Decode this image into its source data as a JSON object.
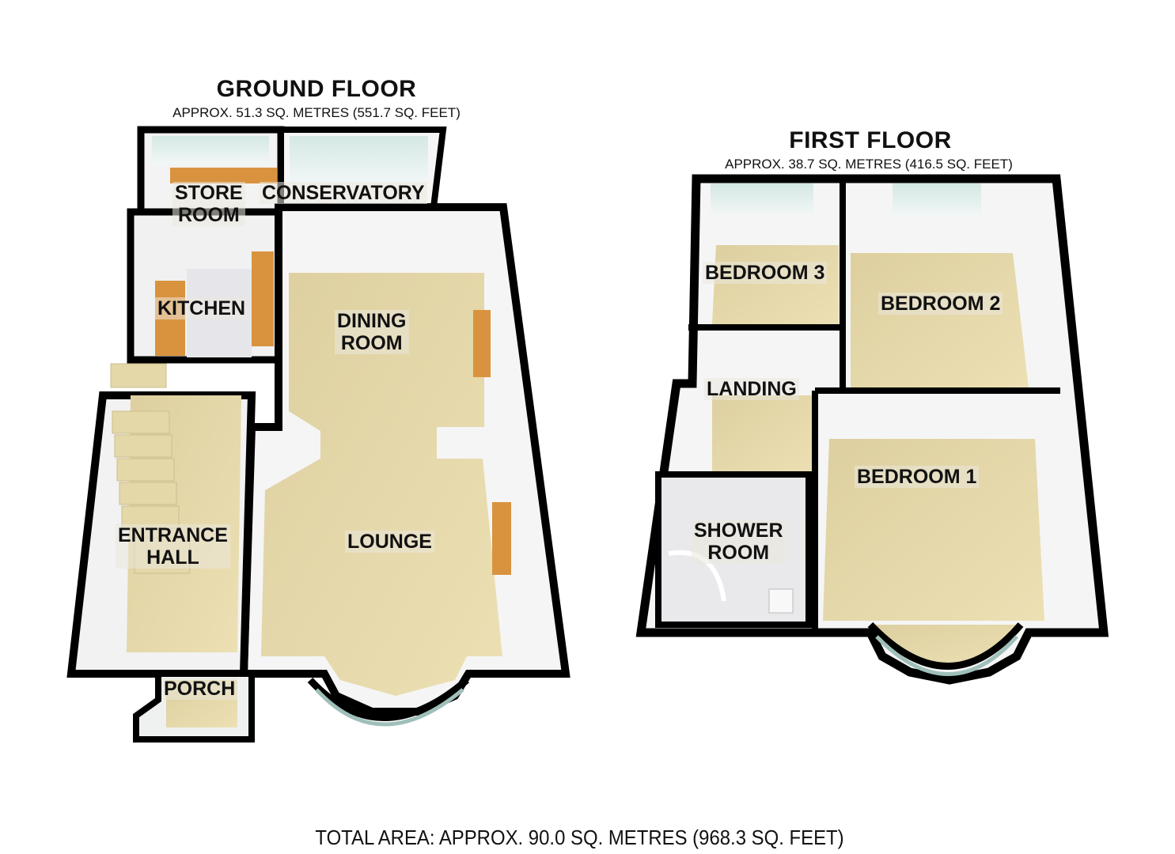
{
  "ground_floor": {
    "title": "GROUND FLOOR",
    "area": "APPROX. 51.3 SQ. METRES (551.7 SQ. FEET)",
    "rooms": [
      {
        "name": "STORE",
        "name2": "ROOM"
      },
      {
        "name": "CONSERVATORY"
      },
      {
        "name": "KITCHEN"
      },
      {
        "name": "DINING",
        "name2": "ROOM"
      },
      {
        "name": "ENTRANCE",
        "name2": "HALL"
      },
      {
        "name": "LOUNGE"
      },
      {
        "name": "PORCH"
      }
    ]
  },
  "first_floor": {
    "title": "FIRST FLOOR",
    "area": "APPROX. 38.7 SQ. METRES (416.5 SQ. FEET)",
    "rooms": [
      {
        "name": "BEDROOM 3"
      },
      {
        "name": "BEDROOM 2"
      },
      {
        "name": "LANDING"
      },
      {
        "name": "BEDROOM 1"
      },
      {
        "name": "SHOWER",
        "name2": "ROOM"
      }
    ]
  },
  "total_area": "TOTAL AREA: APPROX. 90.0 SQ. METRES (968.3 SQ. FEET)",
  "colors": {
    "wall": "#000000",
    "carpet": "#e6d8a8",
    "inner_wall": "#f4f4f4",
    "glass": "#cfe4e0",
    "worktop": "#d9933e",
    "tile": "#e8e8ea"
  }
}
